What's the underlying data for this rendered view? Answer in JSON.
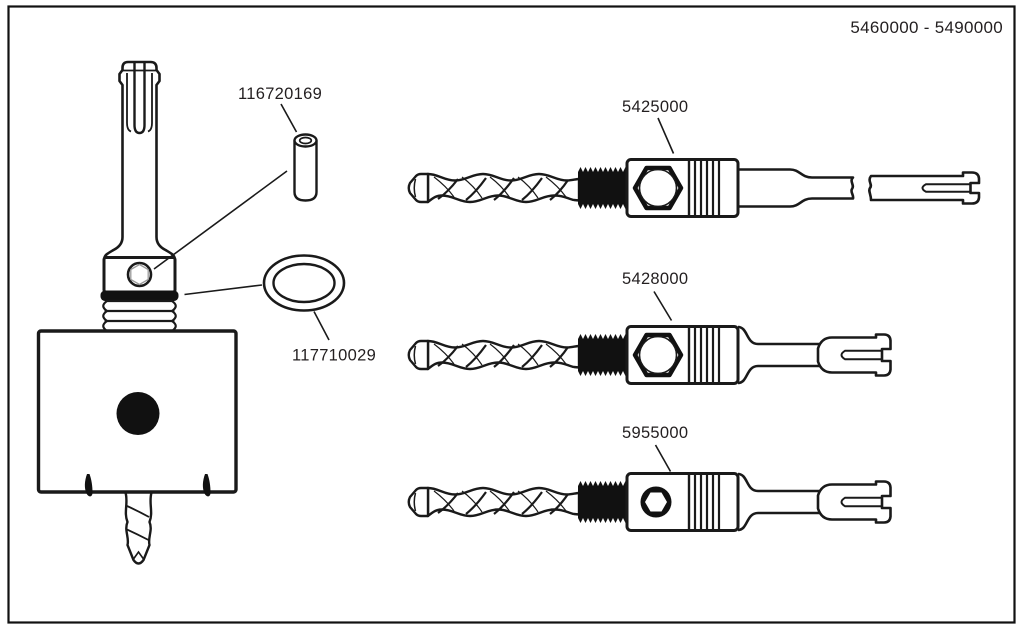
{
  "header": {
    "part_range": "5460000 - 5490000"
  },
  "callouts": {
    "pin": "116720169",
    "o_ring": "117710029",
    "adapter_1": "5425000",
    "adapter_2": "5428000",
    "adapter_3": "5955000"
  }
}
